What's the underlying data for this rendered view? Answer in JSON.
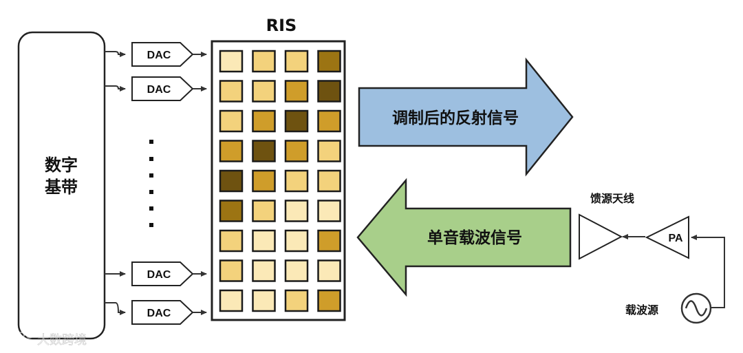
{
  "baseband_label": [
    "数字",
    "基带"
  ],
  "ris_label": "RIS",
  "dac_label": "DAC",
  "top_arrow_label": "调制后的反射信号",
  "bottom_arrow_label": "单音载波信号",
  "feed_antenna_label": "馈源天线",
  "pa_label": "PA",
  "carrier_source_label": "载波源",
  "watermark": "大数跨境",
  "colors": {
    "top_arrow": "#9dbfe0",
    "bottom_arrow": "#a8cf8a",
    "cell_shades": [
      "#fbe9b7",
      "#f3d27c",
      "#cf9d2a",
      "#9c7413",
      "#6e5210"
    ]
  },
  "ris_cell_levels": [
    [
      0,
      1,
      1,
      3
    ],
    [
      1,
      1,
      2,
      4
    ],
    [
      1,
      2,
      4,
      2
    ],
    [
      2,
      4,
      2,
      1
    ],
    [
      4,
      2,
      1,
      1
    ],
    [
      3,
      1,
      0,
      0
    ],
    [
      1,
      0,
      0,
      2
    ],
    [
      1,
      0,
      0,
      0
    ],
    [
      0,
      0,
      1,
      2
    ]
  ]
}
